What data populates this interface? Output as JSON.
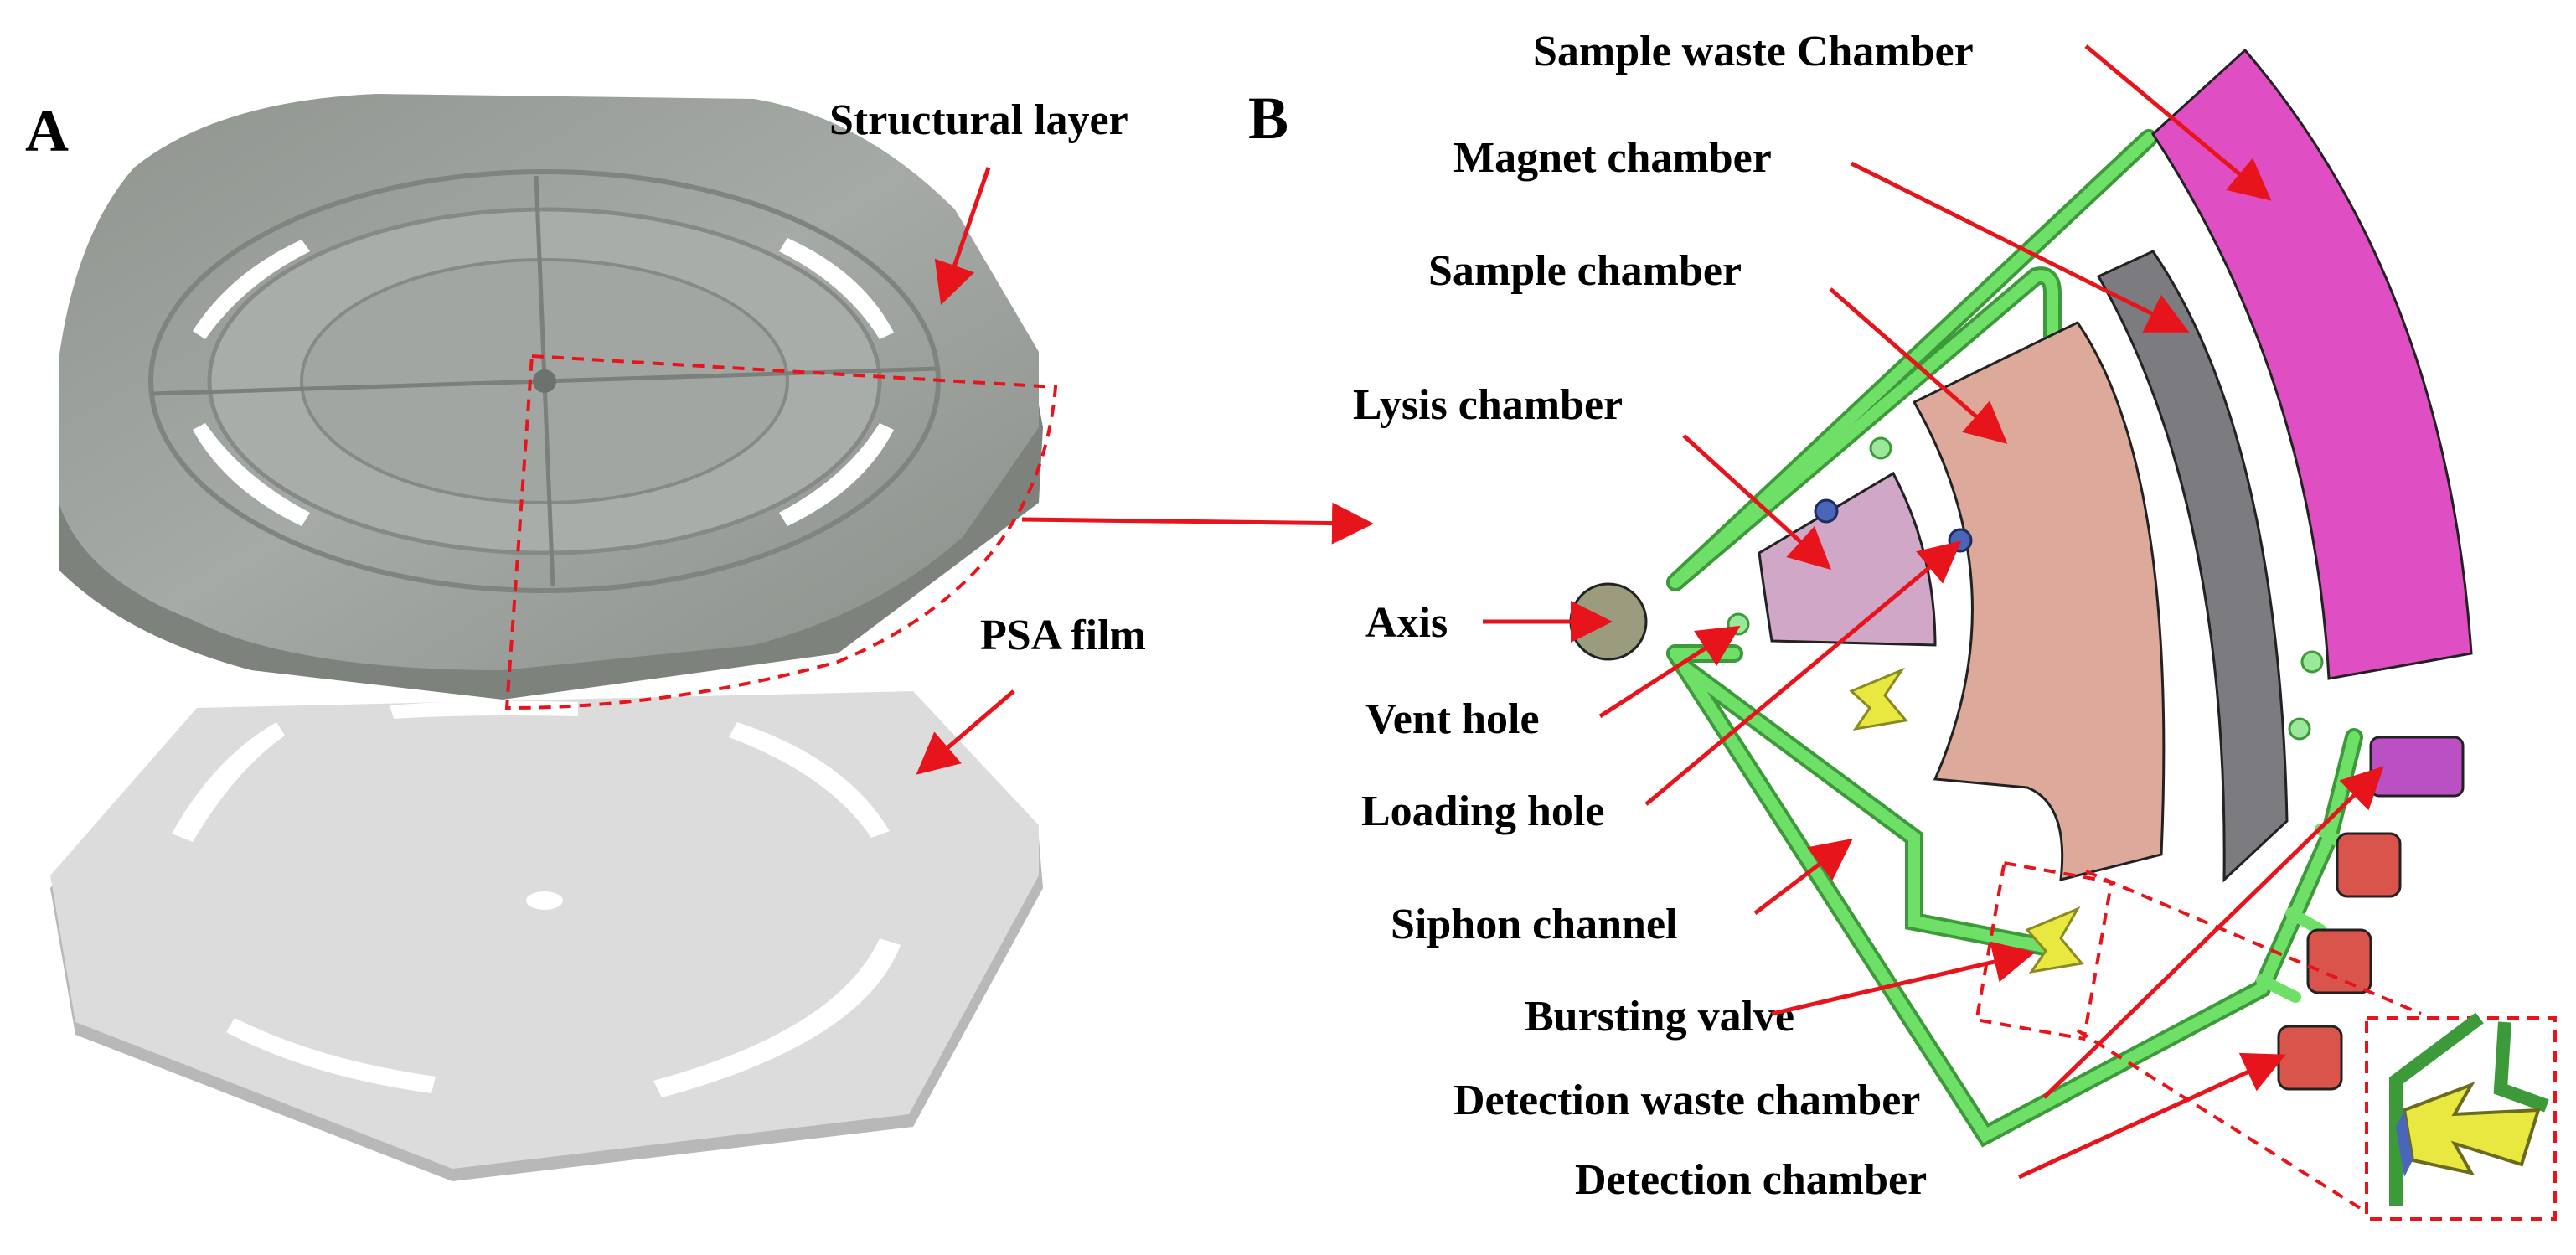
{
  "panels": {
    "a": "A",
    "b": "B"
  },
  "panel_a_labels": {
    "structural_layer": "Structural layer",
    "psa_film": "PSA film"
  },
  "panel_b_labels": {
    "sample_waste_chamber": "Sample waste Chamber",
    "magnet_chamber": "Magnet chamber",
    "sample_chamber": "Sample chamber",
    "lysis_chamber": "Lysis chamber",
    "axis": "Axis",
    "vent_hole": "Vent hole",
    "loading_hole": "Loading hole",
    "siphon_channel": "Siphon channel",
    "bursting_valve": "Bursting valve",
    "detection_waste_chamber": "Detection waste  chamber",
    "detection_chamber": "Detection chamber"
  },
  "colors": {
    "arrow": "#e8141b",
    "structural_layer": "#9ba09b",
    "psa_film": "#dcdcdc",
    "channel_green": "#5fd65a",
    "sample_waste": "#e04ec3",
    "magnet": "#7b7b80",
    "sample": "#dca99a",
    "lysis": "#d1a7c7",
    "axis": "#9b9b7e",
    "valve": "#e8e840",
    "detection": "#d9544b",
    "detection_waste": "#bb4fc4",
    "hole_blue": "#4a66b8"
  }
}
